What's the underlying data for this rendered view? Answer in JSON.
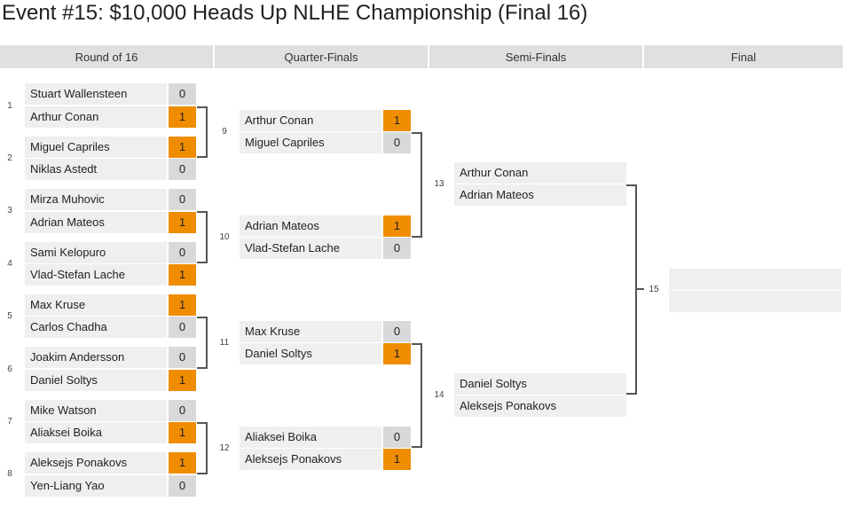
{
  "title": "Event #15: $10,000 Heads Up NLHE Championship (Final 16)",
  "rounds": [
    "Round of 16",
    "Quarter-Finals",
    "Semi-Finals",
    "Final"
  ],
  "colors": {
    "win": "#f08c00",
    "loss": "#d9d9d9",
    "row": "#efefef",
    "header": "#e0e0e0"
  },
  "r16": [
    {
      "num": "1",
      "top": {
        "name": "Stuart Wallensteen",
        "score": "0",
        "win": false
      },
      "bottom": {
        "name": "Arthur Conan",
        "score": "1",
        "win": true
      }
    },
    {
      "num": "2",
      "top": {
        "name": "Miguel Capriles",
        "score": "1",
        "win": true
      },
      "bottom": {
        "name": "Niklas Astedt",
        "score": "0",
        "win": false
      }
    },
    {
      "num": "3",
      "top": {
        "name": "Mirza Muhovic",
        "score": "0",
        "win": false
      },
      "bottom": {
        "name": "Adrian Mateos",
        "score": "1",
        "win": true
      }
    },
    {
      "num": "4",
      "top": {
        "name": "Sami Kelopuro",
        "score": "0",
        "win": false
      },
      "bottom": {
        "name": "Vlad-Stefan Lache",
        "score": "1",
        "win": true
      }
    },
    {
      "num": "5",
      "top": {
        "name": "Max Kruse",
        "score": "1",
        "win": true
      },
      "bottom": {
        "name": "Carlos Chadha",
        "score": "0",
        "win": false
      }
    },
    {
      "num": "6",
      "top": {
        "name": "Joakim Andersson",
        "score": "0",
        "win": false
      },
      "bottom": {
        "name": "Daniel Soltys",
        "score": "1",
        "win": true
      }
    },
    {
      "num": "7",
      "top": {
        "name": "Mike Watson",
        "score": "0",
        "win": false
      },
      "bottom": {
        "name": "Aliaksei Boika",
        "score": "1",
        "win": true
      }
    },
    {
      "num": "8",
      "top": {
        "name": "Aleksejs Ponakovs",
        "score": "1",
        "win": true
      },
      "bottom": {
        "name": "Yen-Liang Yao",
        "score": "0",
        "win": false
      }
    }
  ],
  "qf": [
    {
      "num": "9",
      "top": {
        "name": "Arthur Conan",
        "score": "1",
        "win": true
      },
      "bottom": {
        "name": "Miguel Capriles",
        "score": "0",
        "win": false
      }
    },
    {
      "num": "10",
      "top": {
        "name": "Adrian Mateos",
        "score": "1",
        "win": true
      },
      "bottom": {
        "name": "Vlad-Stefan Lache",
        "score": "0",
        "win": false
      }
    },
    {
      "num": "11",
      "top": {
        "name": "Max Kruse",
        "score": "0",
        "win": false
      },
      "bottom": {
        "name": "Daniel Soltys",
        "score": "1",
        "win": true
      }
    },
    {
      "num": "12",
      "top": {
        "name": "Aliaksei Boika",
        "score": "0",
        "win": false
      },
      "bottom": {
        "name": "Aleksejs Ponakovs",
        "score": "1",
        "win": true
      }
    }
  ],
  "sf": [
    {
      "num": "13",
      "top": {
        "name": "Arthur Conan"
      },
      "bottom": {
        "name": "Adrian Mateos"
      }
    },
    {
      "num": "14",
      "top": {
        "name": "Daniel Soltys"
      },
      "bottom": {
        "name": "Aleksejs Ponakovs"
      }
    }
  ],
  "final": {
    "num": "15"
  }
}
